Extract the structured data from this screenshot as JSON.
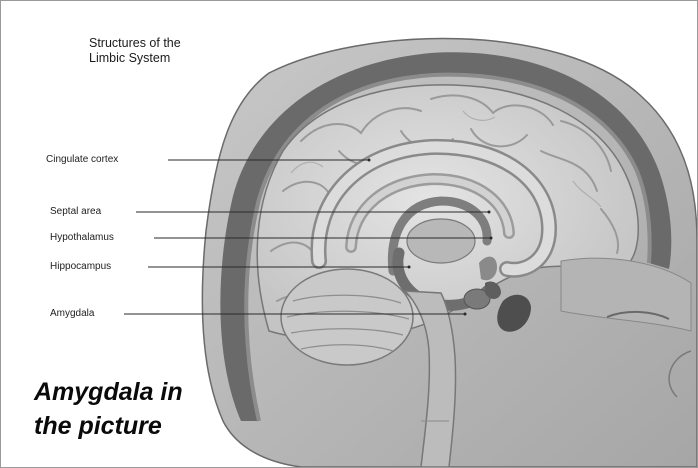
{
  "diagram": {
    "title_lines": [
      "Structures of the",
      "Limbic System"
    ],
    "labels": {
      "cingulate": "Cingulate cortex",
      "septal": "Septal area",
      "hypothalamus": "Hypothalamus",
      "hippocampus": "Hippocampus",
      "amygdala": "Amygdala"
    }
  },
  "caption_lines": [
    "Amygdala in",
    "the picture"
  ],
  "colors": {
    "background": "#ffffff",
    "skull": "#5f5f5f",
    "brain": "#d6d6d6",
    "gyri": "#9a9a9a",
    "label_line": "#2a2a2a",
    "text": "#111111"
  }
}
